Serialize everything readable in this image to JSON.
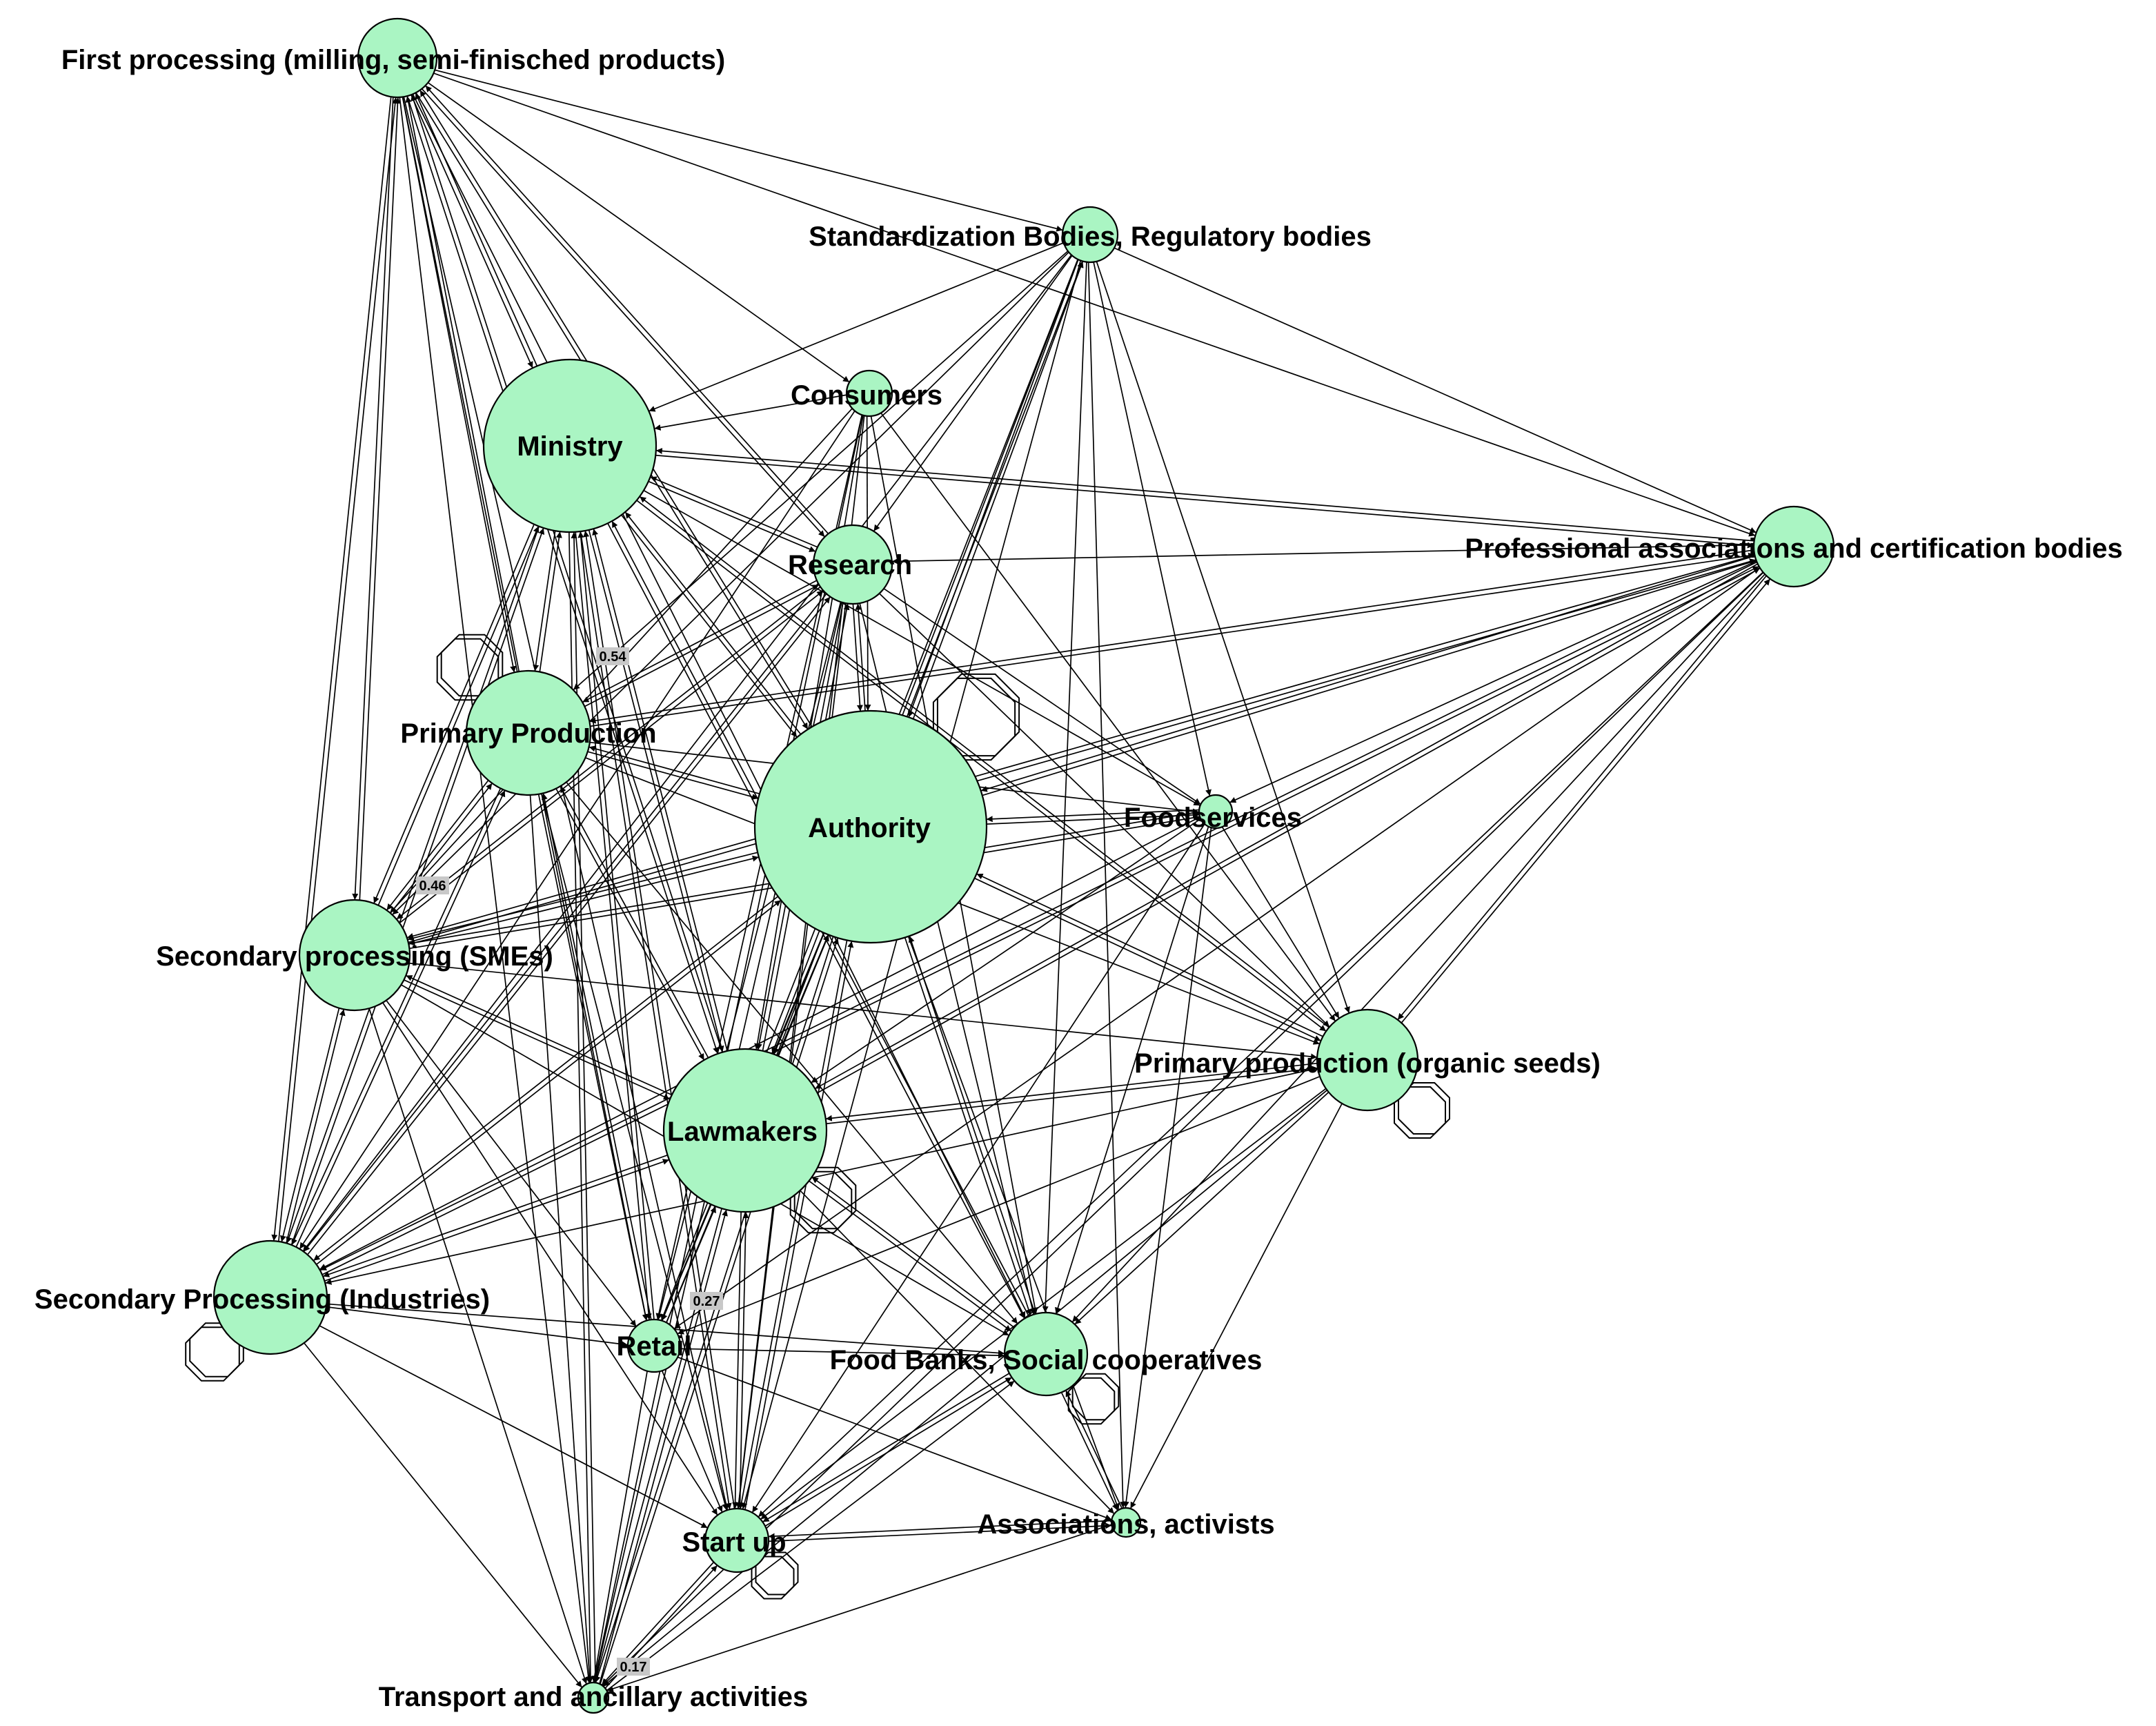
{
  "diagram": {
    "type": "directed-network",
    "node_color": "#aaf5c3",
    "edge_color": "#000000",
    "nodes": [
      {
        "id": "first_processing",
        "label": "First processing (milling, semi-finisched products)",
        "size": "small",
        "self_loop": false
      },
      {
        "id": "standardization",
        "label": "Standardization Bodies, Regulatory bodies",
        "size": "small",
        "self_loop": false
      },
      {
        "id": "consumers",
        "label": "Consumers",
        "size": "tiny",
        "self_loop": false
      },
      {
        "id": "ministry",
        "label": "Ministry",
        "size": "large",
        "self_loop": false
      },
      {
        "id": "professional",
        "label": "Professional associations and certification bodies",
        "size": "small",
        "self_loop": false
      },
      {
        "id": "research",
        "label": "Research",
        "size": "small",
        "self_loop": false
      },
      {
        "id": "primary_production",
        "label": "Primary Production",
        "size": "medium",
        "self_loop": true
      },
      {
        "id": "authority",
        "label": "Authority",
        "size": "largest",
        "self_loop": true
      },
      {
        "id": "foodservices",
        "label": "Foodservices",
        "size": "tiny",
        "self_loop": false
      },
      {
        "id": "secondary_smes",
        "label": "Secondary processing (SMEs)",
        "size": "medium",
        "self_loop": false
      },
      {
        "id": "primary_organic",
        "label": "Primary production (organic seeds)",
        "size": "medium",
        "self_loop": true
      },
      {
        "id": "lawmakers",
        "label": "Lawmakers",
        "size": "large",
        "self_loop": true
      },
      {
        "id": "secondary_industries",
        "label": "Secondary Processing (Industries)",
        "size": "medium",
        "self_loop": true
      },
      {
        "id": "retail",
        "label": "Retail",
        "size": "small",
        "self_loop": false
      },
      {
        "id": "food_banks",
        "label": "Food Banks, Social cooperatives",
        "size": "small",
        "self_loop": true
      },
      {
        "id": "associations",
        "label": "Associations, activists",
        "size": "tiny",
        "self_loop": false
      },
      {
        "id": "start_up",
        "label": "Start up",
        "size": "small",
        "self_loop": true
      },
      {
        "id": "transport",
        "label": "Transport and ancillary activities",
        "size": "tiny",
        "self_loop": false
      }
    ],
    "edge_weight_labels": [
      {
        "edge": "primary_production -> ministry",
        "value": "0.54"
      },
      {
        "edge": "secondary_smes -> primary_production",
        "value": "0.46"
      },
      {
        "edge": "retail -> lawmakers",
        "value": "0.27"
      },
      {
        "edge": "transport -> associations",
        "value": "0.17"
      }
    ]
  }
}
